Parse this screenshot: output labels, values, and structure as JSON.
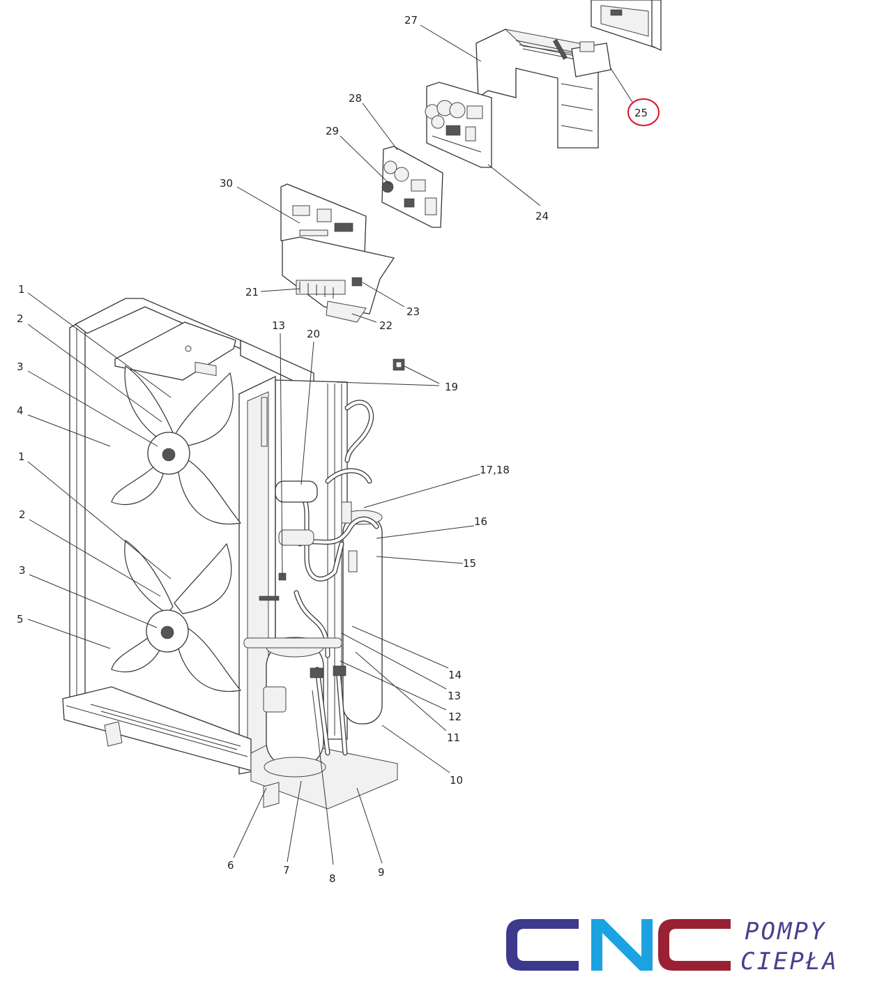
{
  "diagram": {
    "labels": [
      {
        "id": "27",
        "text": "27"
      },
      {
        "id": "25",
        "text": "25"
      },
      {
        "id": "28",
        "text": "28"
      },
      {
        "id": "29",
        "text": "29"
      },
      {
        "id": "24",
        "text": "24"
      },
      {
        "id": "30",
        "text": "30"
      },
      {
        "id": "21",
        "text": "21"
      },
      {
        "id": "23",
        "text": "23"
      },
      {
        "id": "22",
        "text": "22"
      },
      {
        "id": "13a",
        "text": "13"
      },
      {
        "id": "20",
        "text": "20"
      },
      {
        "id": "19",
        "text": "19"
      },
      {
        "id": "1a",
        "text": "1"
      },
      {
        "id": "2a",
        "text": "2"
      },
      {
        "id": "3a",
        "text": "3"
      },
      {
        "id": "4",
        "text": "4"
      },
      {
        "id": "1b",
        "text": "1"
      },
      {
        "id": "2b",
        "text": "2"
      },
      {
        "id": "3b",
        "text": "3"
      },
      {
        "id": "5",
        "text": "5"
      },
      {
        "id": "17_18",
        "text": "17,18"
      },
      {
        "id": "16",
        "text": "16"
      },
      {
        "id": "15",
        "text": "15"
      },
      {
        "id": "14",
        "text": "14"
      },
      {
        "id": "13b",
        "text": "13"
      },
      {
        "id": "12",
        "text": "12"
      },
      {
        "id": "11",
        "text": "11"
      },
      {
        "id": "10",
        "text": "10"
      },
      {
        "id": "6",
        "text": "6"
      },
      {
        "id": "7",
        "text": "7"
      },
      {
        "id": "8",
        "text": "8"
      },
      {
        "id": "9",
        "text": "9"
      }
    ],
    "highlight_color": "#e0102a"
  },
  "logo": {
    "brand": "CNC",
    "line1": "POMPY",
    "line2": "CIEPŁA",
    "color_dark": "#3b3a8c",
    "color_light": "#1aa3e0",
    "color_red": "#9a2133"
  }
}
